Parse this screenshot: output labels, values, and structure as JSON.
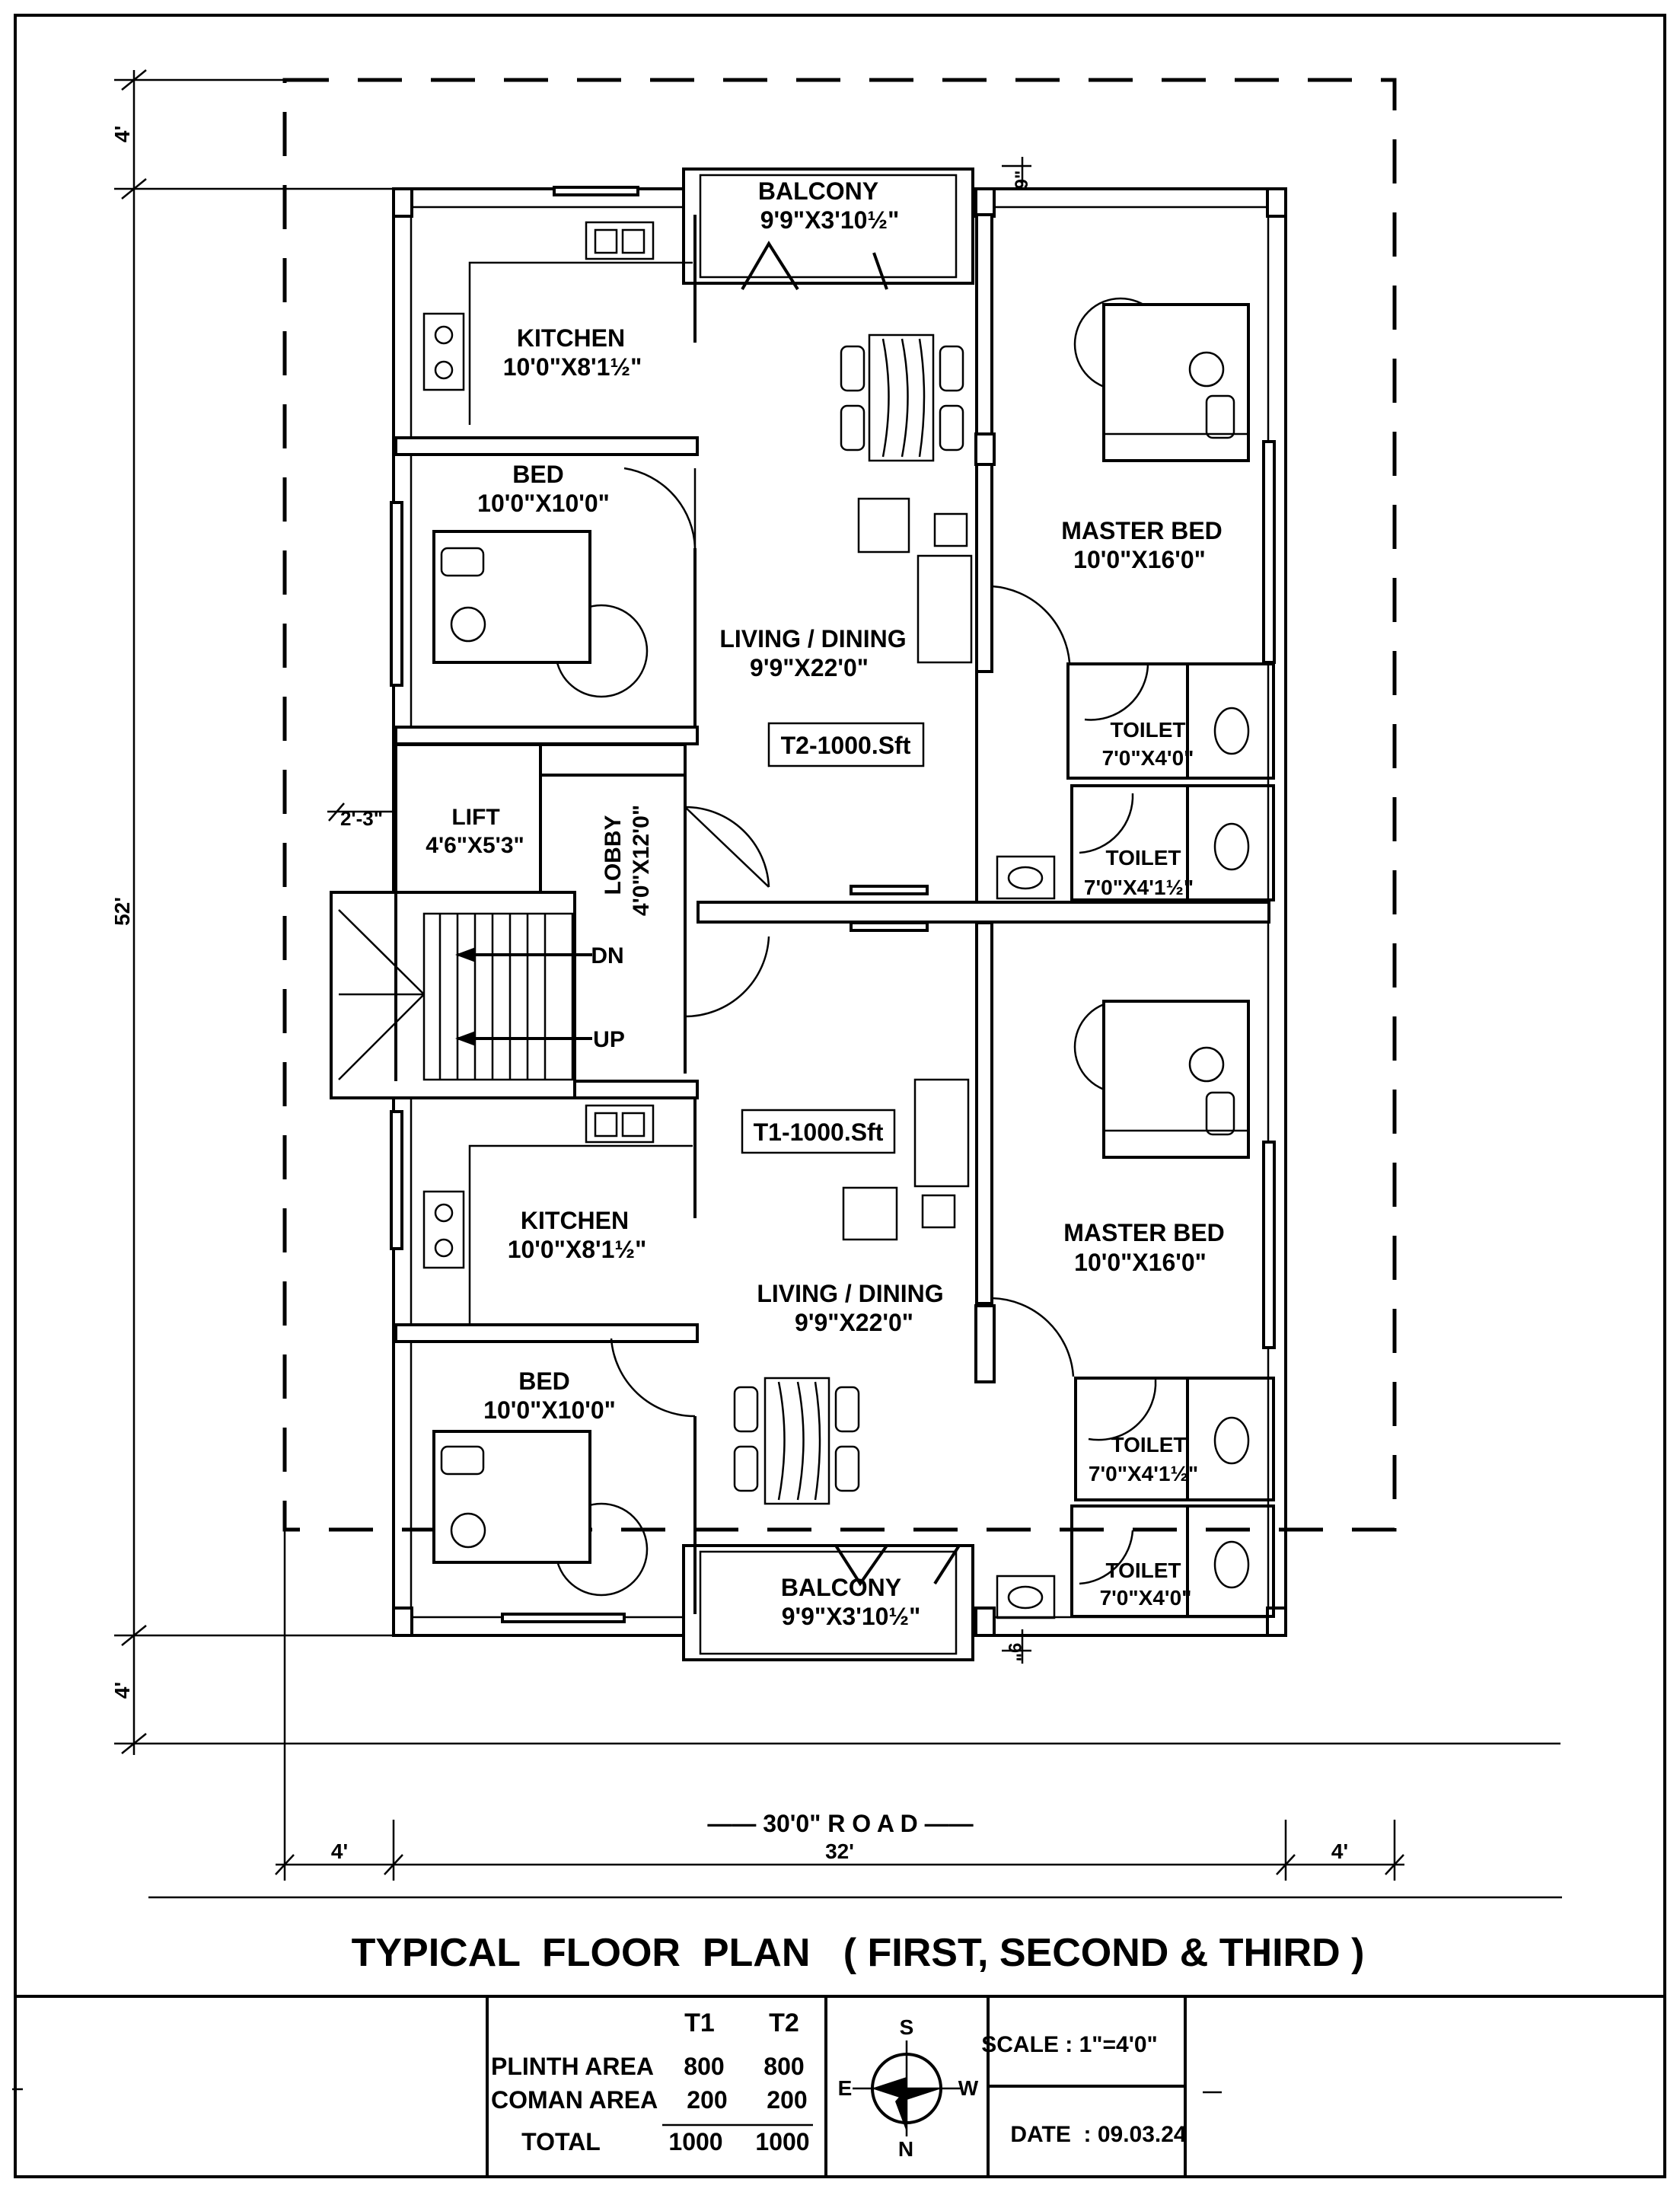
{
  "rooms": {
    "balcony_top": {
      "name": "BALCONY",
      "size": "9'9\"X3'10½\""
    },
    "kitchen_top": {
      "name": "KITCHEN",
      "size": "10'0\"X8'1½\""
    },
    "bed_top": {
      "name": "BED",
      "size": "10'0\"X10'0\""
    },
    "master_top": {
      "name": "MASTER BED",
      "size": "10'0\"X16'0\""
    },
    "living_top": {
      "name": "LIVING / DINING",
      "size": "9'9\"X22'0\""
    },
    "unit_t2": "T2-1000.Sft",
    "toilet_a": {
      "name": "TOILET",
      "size": "7'0\"X4'0\""
    },
    "toilet_b": {
      "name": "TOILET",
      "size": "7'0\"X4'1½\""
    },
    "lift": {
      "name": "LIFT",
      "size": "4'6\"X5'3\""
    },
    "lobby": {
      "name": "LOBBY",
      "size": "4'0\"X12'0\""
    },
    "stair_dn": "DN",
    "stair_up": "UP",
    "unit_t1": "T1-1000.Sft",
    "kitchen_bot": {
      "name": "KITCHEN",
      "size": "10'0\"X8'1½\""
    },
    "living_bot": {
      "name": "LIVING / DINING",
      "size": "9'9\"X22'0\""
    },
    "master_bot": {
      "name": "MASTER BED",
      "size": "10'0\"X16'0\""
    },
    "bed_bot": {
      "name": "BED",
      "size": "10'0\"X10'0\""
    },
    "toilet_c": {
      "name": "TOILET",
      "size": "7'0\"X4'1½\""
    },
    "toilet_d": {
      "name": "TOILET",
      "size": "7'0\"X4'0\""
    },
    "balcony_bot": {
      "name": "BALCONY",
      "size": "9'9\"X3'10½\""
    }
  },
  "dimensions": {
    "setback_top": "4'",
    "depth": "52'",
    "setback_bottom": "4'",
    "lift_offset": "2'-3\"",
    "balcony_offset_top": "9\"",
    "balcony_offset_bottom": "9\"",
    "road": "—— 30'0\"  R O A D ——",
    "width_left": "4'",
    "width_mid": "32'",
    "width_right": "4'"
  },
  "title": "TYPICAL  FLOOR  PLAN   ( FIRST, SECOND & THIRD )",
  "area_table": {
    "col_t1": "T1",
    "col_t2": "T2",
    "rows": [
      {
        "label": "PLINTH AREA",
        "t1": "800",
        "t2": "800"
      },
      {
        "label": "COMAN AREA",
        "t1": "200",
        "t2": "200"
      },
      {
        "label": "TOTAL",
        "t1": "1000",
        "t2": "1000"
      }
    ]
  },
  "compass": {
    "s": "S",
    "e": "E",
    "w": "W",
    "n": "N",
    "icon": "north-arrow-icon"
  },
  "scale": "SCALE : 1\"=4'0\"",
  "date": "DATE  : 09.03.24"
}
